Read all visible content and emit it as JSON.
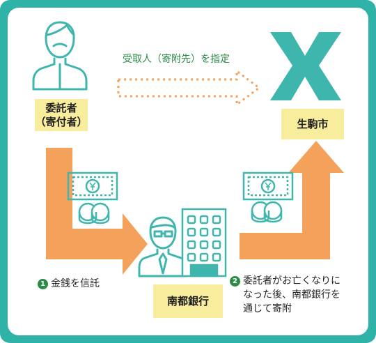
{
  "colors": {
    "frame": "#2fb3a8",
    "arrow_orange": "#f4a25b",
    "label_fill": "#f8ec9d",
    "icon_teal": "#3fb6ad",
    "dotted_arrow": "#f4a25b",
    "step_green": "#2a8a46"
  },
  "nodes": {
    "trustor": "委託者\n（寄付者）",
    "city": "生駒市",
    "bank": "南都銀行"
  },
  "dotted_arrow_label": "受取人（寄附先）を指定",
  "step1": {
    "number": "1",
    "text": "金銭を信託"
  },
  "step2": {
    "number": "2",
    "line1": "委託者がお亡くなりに",
    "line2": "なった後、南都銀行を",
    "line3": "通じて寄附"
  },
  "icons": [
    "person-icon",
    "city-logo-icon",
    "banknote-icon",
    "coins-icon",
    "banker-icon",
    "building-icon"
  ]
}
